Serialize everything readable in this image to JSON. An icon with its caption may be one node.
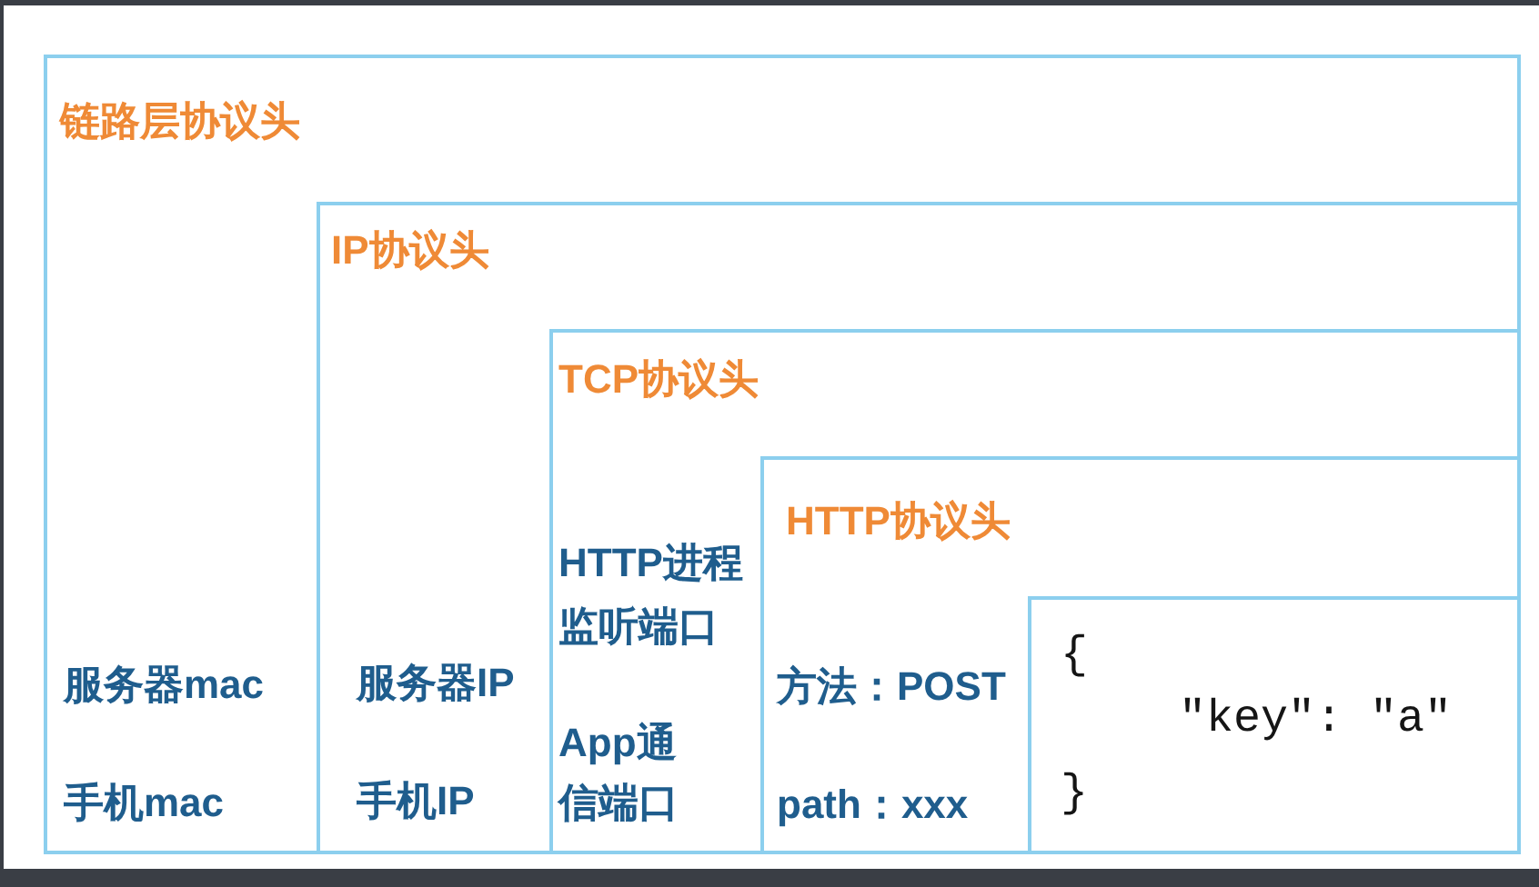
{
  "diagram": {
    "nodes": [
      {
        "text": [
          "链路层协议头",
          "服务器mac",
          "手机mac"
        ]
      },
      {
        "text": [
          "IP协议头",
          "服务器IP",
          "手机IP"
        ],
        "in": 0
      },
      {
        "text": [
          "TCP协议头",
          "HTTP进程监听端口",
          "App通信端口"
        ],
        "in": 1
      },
      {
        "text": [
          "HTTP协议头",
          "方法：POST",
          "path：xxx"
        ],
        "in": 2
      },
      {
        "text": [
          "{",
          "\"key\": \"a\"",
          "}"
        ],
        "in": 3
      }
    ]
  }
}
